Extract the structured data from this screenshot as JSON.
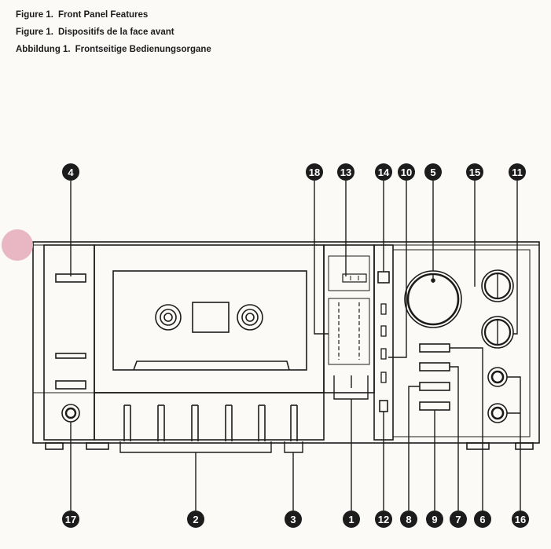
{
  "captions": [
    {
      "number": "Figure 1.",
      "text": "Front Panel Features"
    },
    {
      "number": "Figure 1.",
      "text": "Dispositifs de la face avant"
    },
    {
      "number": "Abbildung 1.",
      "text": "Frontseitige Bedienungsorgane"
    }
  ],
  "callouts_top": [
    "4",
    "18",
    "13",
    "14",
    "10",
    "5",
    "15",
    "11"
  ],
  "callouts_bottom": [
    "17",
    "2",
    "3",
    "1",
    "12",
    "8",
    "9",
    "7",
    "6",
    "16"
  ]
}
